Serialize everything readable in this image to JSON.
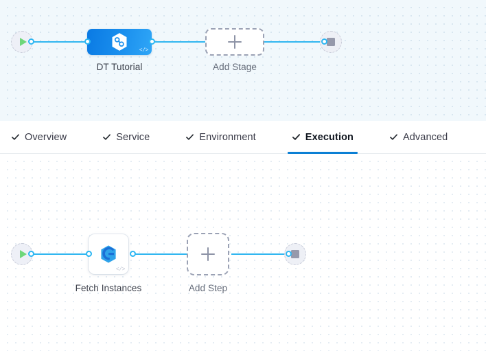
{
  "stage_canvas": {
    "name": "pipeline-stage-canvas",
    "start_node": {
      "icon": "play-icon",
      "label": "Start"
    },
    "end_node": {
      "icon": "stop-square-icon",
      "label": "End"
    },
    "stage": {
      "label": "DT Tutorial",
      "icon": "harness-hexagon-infinity-icon",
      "code_badge": "</>",
      "gradient_from": "#0a7ae4",
      "gradient_to": "#2fa6f7"
    },
    "add_stage": {
      "label": "Add Stage",
      "icon": "plus-icon"
    }
  },
  "tabs": {
    "name": "pipeline-stage-tabs",
    "items": [
      {
        "label": "Overview",
        "icon": "check-icon",
        "active": false
      },
      {
        "label": "Service",
        "icon": "check-icon",
        "active": false
      },
      {
        "label": "Environment",
        "icon": "check-icon",
        "active": false
      },
      {
        "label": "Execution",
        "icon": "check-icon",
        "active": true
      },
      {
        "label": "Advanced",
        "icon": "check-icon",
        "active": false
      }
    ],
    "active_underline_color": "#0b7fd4"
  },
  "step_canvas": {
    "name": "execution-step-canvas",
    "start_node": {
      "icon": "play-icon",
      "label": "Start"
    },
    "end_node": {
      "icon": "stop-square-icon",
      "label": "End"
    },
    "step": {
      "label": "Fetch Instances",
      "icon": "harness-logo-icon",
      "code_badge": "</>"
    },
    "add_step": {
      "label": "Add Step",
      "icon": "plus-icon"
    }
  },
  "theme": {
    "edge_color": "#30b6f0",
    "port_color": "#2cb6f2",
    "stage_canvas_bg": "#f1f8fc",
    "step_canvas_bg": "#ffffff",
    "play_color": "#6fd77a",
    "stop_color": "#9699ab"
  }
}
